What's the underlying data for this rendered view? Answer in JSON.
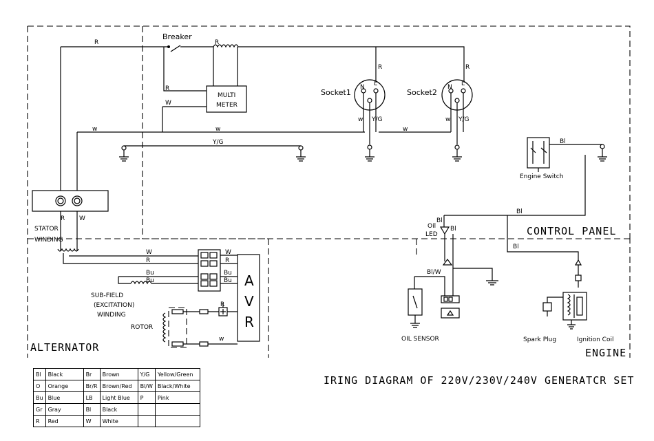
{
  "labels": {
    "breaker": "Breaker",
    "multimeter_1": "MULTI",
    "multimeter_2": "METER",
    "socket1": "Socket1",
    "socket2": "Socket2",
    "engine_switch": "Engine Switch",
    "stator_1": "STATOR",
    "stator_2": "WINDING",
    "subfield_1": "SUB-FIELD",
    "subfield_2": "(EXCITATION)",
    "subfield_3": "WINDING",
    "rotor": "ROTOR",
    "alternator": "ALTERNATOR",
    "control_panel": "CONTROL PANEL",
    "engine": "ENGINE",
    "avr_a": "A",
    "avr_v": "V",
    "avr_r": "R",
    "oil_1": "Oil",
    "oil_2": "LED",
    "oil_sensor": "OIL SENSOR",
    "spark_plug": "Spark Plug",
    "ignition_coil": "Ignition Coil",
    "diagram_title": "IRING DIAGRAM OF 220V/230V/240V GENERATCR SET"
  },
  "wire_labels": {
    "r": "R",
    "w": "W",
    "w_lower": "w",
    "yg": "Y/G",
    "bu": "Bu",
    "bl": "Bl",
    "blw": "Bl/W",
    "n": "N",
    "l": "L"
  },
  "legend": [
    [
      "Bl",
      "Black",
      "Br",
      "Brown",
      "Y/G",
      "Yellow/Green"
    ],
    [
      "O",
      "Orange",
      "Br/R",
      "Brown/Red",
      "Bl/W",
      "Black/White"
    ],
    [
      "Bu",
      "Blue",
      "LB",
      "Light Blue",
      "P",
      "Pink"
    ],
    [
      "Gr",
      "Gray",
      "Bl",
      "Black",
      "",
      ""
    ],
    [
      "R",
      "Red",
      "W",
      "White",
      "",
      ""
    ]
  ]
}
